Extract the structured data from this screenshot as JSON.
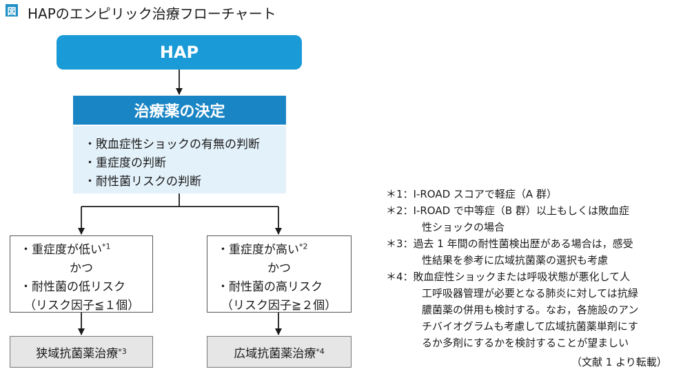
{
  "figure": {
    "label": "図",
    "title": "HAPのエンピリック治療フローチャート"
  },
  "flow": {
    "start": "HAP",
    "decision_title": "治療薬の決定",
    "criteria": [
      "・敗血症性ショックの有無の判断",
      "・重症度の判断",
      "・耐性菌リスクの判断"
    ],
    "left": {
      "line1": "・重症度が低い",
      "line1_note": "*1",
      "line2": "かつ",
      "line3": "・耐性菌の低リスク",
      "line4": "（リスク因子≦１個）",
      "result": "狭域抗菌薬治療",
      "result_note": "*3"
    },
    "right": {
      "line1": "・重症度が高い",
      "line1_note": "*2",
      "line2": "かつ",
      "line3": "・耐性菌の高リスク",
      "line4": "（リスク因子≧２個）",
      "result": "広域抗菌薬治療",
      "result_note": "*4"
    }
  },
  "notes": {
    "n1": "＊1：I-ROAD スコアで軽症（A 群）",
    "n2a": "＊2：I-ROAD で中等症（B 群）以上もしくは敗血症",
    "n2b": "性ショックの場合",
    "n3a": "＊3：過去 1 年間の耐性菌検出歴がある場合は，感受",
    "n3b": "性結果を参考に広域抗菌薬の選択も考慮",
    "n4a": "＊4：敗血症性ショックまたは呼吸状態が悪化して人",
    "n4b": "工呼吸器管理が必要となる肺炎に対しては抗緑",
    "n4c": "膿菌薬の併用も検討する。なお，各施設のアン",
    "n4d": "チバイオグラムも考慮して広域抗菌薬単剤にす",
    "n4e": "るか多剤にするかを検討することが望ましい"
  },
  "source": "（文献 1 より転載）",
  "colors": {
    "hap_box": "#1a9ad6",
    "decision_box": "#1a85c4",
    "criteria_box": "#e3f1fa",
    "result_box": "#e6e6e6"
  }
}
